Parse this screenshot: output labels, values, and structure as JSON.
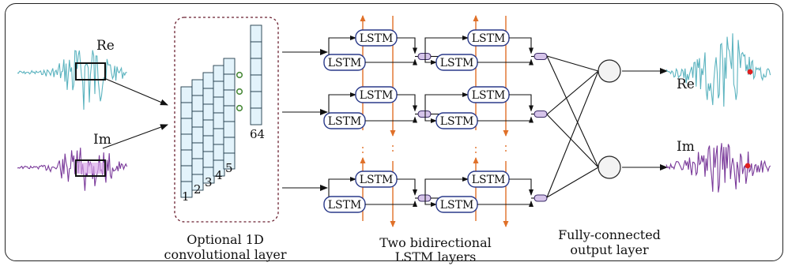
{
  "input": {
    "re_label": "Re",
    "im_label": "Im"
  },
  "conv": {
    "channel_labels": [
      "1",
      "2",
      "3",
      "4",
      "5"
    ],
    "last_label": "64",
    "caption_line1": "Optional 1D",
    "caption_line2": "convolutional layer"
  },
  "lstm": {
    "cell_label": "LSTM",
    "caption_line1": "Two bidirectional",
    "caption_line2": "LSTM layers"
  },
  "output": {
    "caption_line1": "Fully-connected",
    "caption_line2": "output layer",
    "re_label": "Re",
    "im_label": "Im"
  },
  "colors": {
    "re_signal": "#5bb3bf",
    "im_signal": "#7a3a9a",
    "lstm_border": "#2a3a8a",
    "flow_arrow": "#e07028",
    "marker": "#e02020",
    "conv_cell": "#e3f3fb",
    "conv_dot": "#4a8a3a"
  }
}
